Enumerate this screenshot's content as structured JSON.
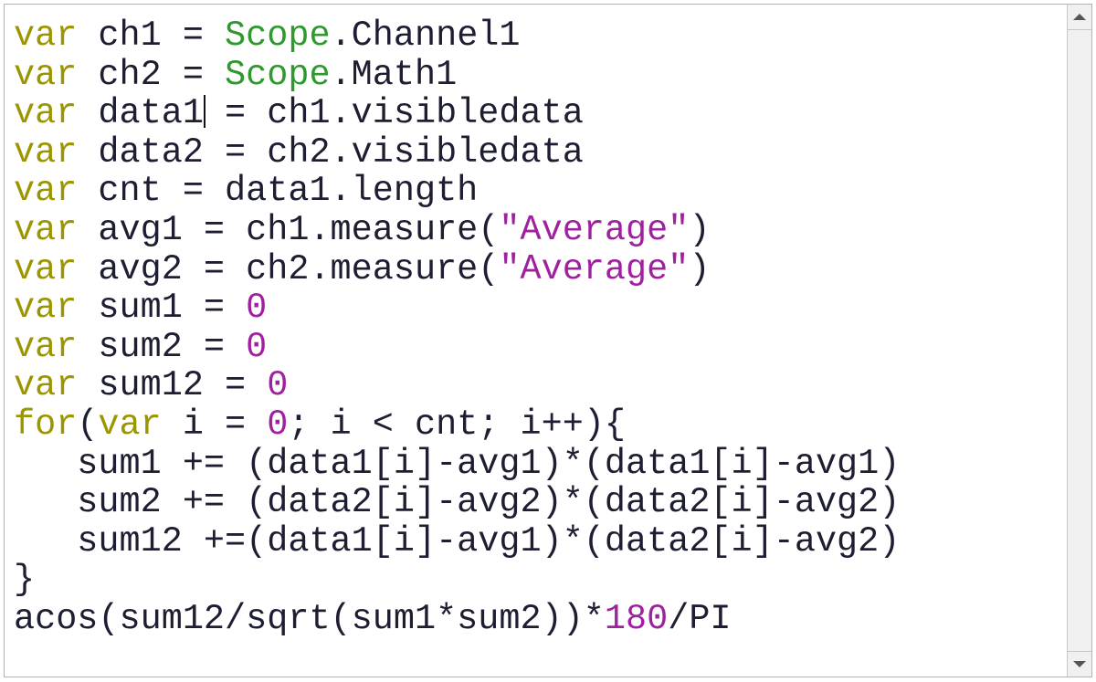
{
  "editor": {
    "lines": [
      [
        {
          "t": "var",
          "c": "kw"
        },
        {
          "t": " ch1 = ",
          "c": "plain"
        },
        {
          "t": "Scope",
          "c": "obj"
        },
        {
          "t": ".Channel1",
          "c": "plain"
        }
      ],
      [
        {
          "t": "var",
          "c": "kw"
        },
        {
          "t": " ch2 = ",
          "c": "plain"
        },
        {
          "t": "Scope",
          "c": "obj"
        },
        {
          "t": ".Math1",
          "c": "plain"
        }
      ],
      [
        {
          "t": "var",
          "c": "kw"
        },
        {
          "t": " data1",
          "c": "plain"
        },
        {
          "t": "|",
          "c": "caret"
        },
        {
          "t": " = ch1.visibledata",
          "c": "plain"
        }
      ],
      [
        {
          "t": "var",
          "c": "kw"
        },
        {
          "t": " data2 = ch2.visibledata",
          "c": "plain"
        }
      ],
      [
        {
          "t": "var",
          "c": "kw"
        },
        {
          "t": " cnt = data1.length",
          "c": "plain"
        }
      ],
      [
        {
          "t": "var",
          "c": "kw"
        },
        {
          "t": " avg1 = ch1.measure(",
          "c": "plain"
        },
        {
          "t": "\"Average\"",
          "c": "str"
        },
        {
          "t": ")",
          "c": "plain"
        }
      ],
      [
        {
          "t": "var",
          "c": "kw"
        },
        {
          "t": " avg2 = ch2.measure(",
          "c": "plain"
        },
        {
          "t": "\"Average\"",
          "c": "str"
        },
        {
          "t": ")",
          "c": "plain"
        }
      ],
      [
        {
          "t": "var",
          "c": "kw"
        },
        {
          "t": " sum1 = ",
          "c": "plain"
        },
        {
          "t": "0",
          "c": "num"
        }
      ],
      [
        {
          "t": "var",
          "c": "kw"
        },
        {
          "t": " sum2 = ",
          "c": "plain"
        },
        {
          "t": "0",
          "c": "num"
        }
      ],
      [
        {
          "t": "var",
          "c": "kw"
        },
        {
          "t": " sum12 = ",
          "c": "plain"
        },
        {
          "t": "0",
          "c": "num"
        }
      ],
      [
        {
          "t": "for",
          "c": "kw"
        },
        {
          "t": "(",
          "c": "plain"
        },
        {
          "t": "var",
          "c": "kw"
        },
        {
          "t": " i = ",
          "c": "plain"
        },
        {
          "t": "0",
          "c": "num"
        },
        {
          "t": "; i < cnt; i++){",
          "c": "plain"
        }
      ],
      [
        {
          "t": "   sum1 += (data1[i]-avg1)*(data1[i]-avg1)",
          "c": "plain"
        }
      ],
      [
        {
          "t": "   sum2 += (data2[i]-avg2)*(data2[i]-avg2)",
          "c": "plain"
        }
      ],
      [
        {
          "t": "   sum12 +=(data1[i]-avg1)*(data2[i]-avg2)",
          "c": "plain"
        }
      ],
      [
        {
          "t": "}",
          "c": "plain"
        }
      ],
      [
        {
          "t": "acos(sum12/sqrt(sum1*sum2))*",
          "c": "plain"
        },
        {
          "t": "180",
          "c": "num"
        },
        {
          "t": "/PI",
          "c": "plain"
        }
      ]
    ]
  },
  "colors": {
    "keyword": "#9b9600",
    "object": "#2e9a2e",
    "string": "#a021a0",
    "text": "#1e1e32"
  },
  "icons": {
    "scroll_up": "triangle-up-icon",
    "scroll_down": "triangle-down-icon"
  }
}
